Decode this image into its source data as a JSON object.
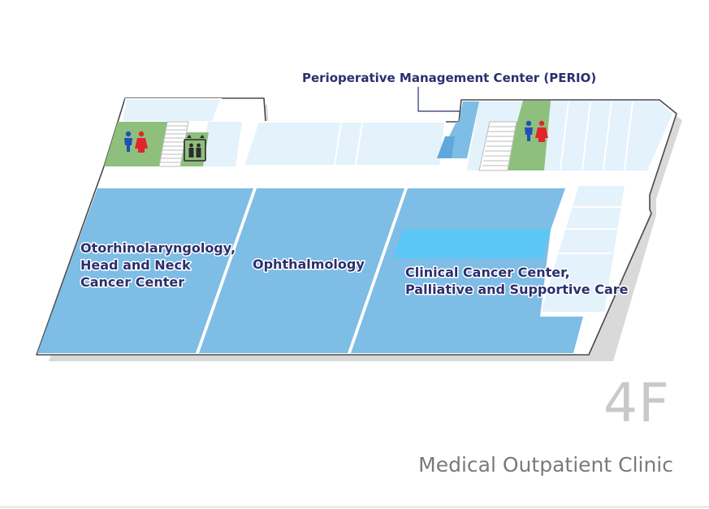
{
  "floor": {
    "number": "4F",
    "building_name": "Medical Outpatient Clinic"
  },
  "callouts": {
    "perio": "Perioperative Management Center (PERIO)"
  },
  "zones": {
    "ent": {
      "lines": [
        "Otorhinolaryngology,",
        "Head and Neck",
        "Cancer Center"
      ]
    },
    "ophthalmology": {
      "lines": [
        "Ophthalmology"
      ]
    },
    "cancer": {
      "lines": [
        "Clinical Cancer Center,",
        "Palliative and Supportive Care"
      ]
    }
  },
  "facilities": [
    {
      "icon": "restroom-icon",
      "location": "west"
    },
    {
      "icon": "stairs-icon",
      "location": "west"
    },
    {
      "icon": "elevator-icon",
      "location": "west"
    },
    {
      "icon": "stairs-icon",
      "location": "east"
    },
    {
      "icon": "restroom-icon",
      "location": "east"
    }
  ],
  "colors": {
    "clinic_zone": "#7dbde6",
    "highlight_zone": "#5bc7f7",
    "corridor": "#e3f2fb",
    "facility": "#8fbf7d",
    "label": "#2b2f6e",
    "male": "#1f4fb8",
    "female": "#e0262b"
  }
}
